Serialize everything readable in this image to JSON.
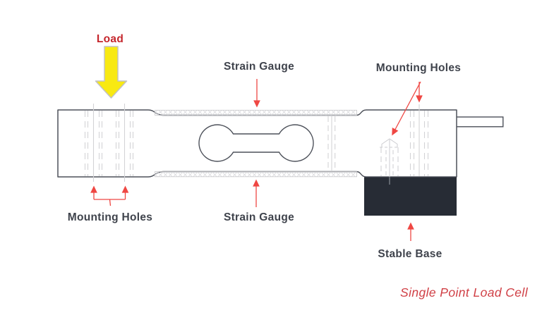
{
  "title": "Single Point Load Cell",
  "labels": {
    "load": "Load",
    "strain_gauge_top": "Strain Gauge",
    "strain_gauge_bottom": "Strain Gauge",
    "mounting_holes_top_right": "Mounting Holes",
    "mounting_holes_bottom_left": "Mounting Holes",
    "stable_base": "Stable Base"
  },
  "icons": {
    "load_arrow": "yellow-down-arrow-icon",
    "callout_arrows": "red-thin-arrow-icon"
  },
  "colors": {
    "background": "#ffffff",
    "label_text": "#3f434c",
    "load_label_red": "#c5262c",
    "callout_arrow_red": "#ef4743",
    "title_red": "#d04046",
    "body_outline_gray": "#4d515a",
    "construction_line_gray": "#d3d3d6",
    "strain_gauge_hatch_gray": "#dadadd",
    "stable_base_fill": "#272c35",
    "load_arrow_yellow": "#f8e912"
  }
}
